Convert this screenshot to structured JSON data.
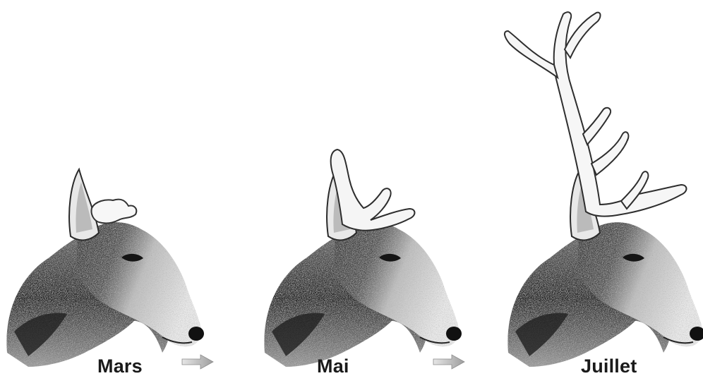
{
  "panels": [
    {
      "label": "Mars",
      "antler_stage": "button"
    },
    {
      "label": "Mai",
      "antler_stage": "growing"
    },
    {
      "label": "Juillet",
      "antler_stage": "full"
    }
  ],
  "arrows": [
    "arrow-right-icon",
    "arrow-right-icon"
  ],
  "colors": {
    "background": "#ffffff",
    "fur_dark": "#2a2a2a",
    "fur_light": "#f2f2f2",
    "antler_velvet": "#f7f7f7",
    "arrow_fill": "#b8b8b8"
  }
}
